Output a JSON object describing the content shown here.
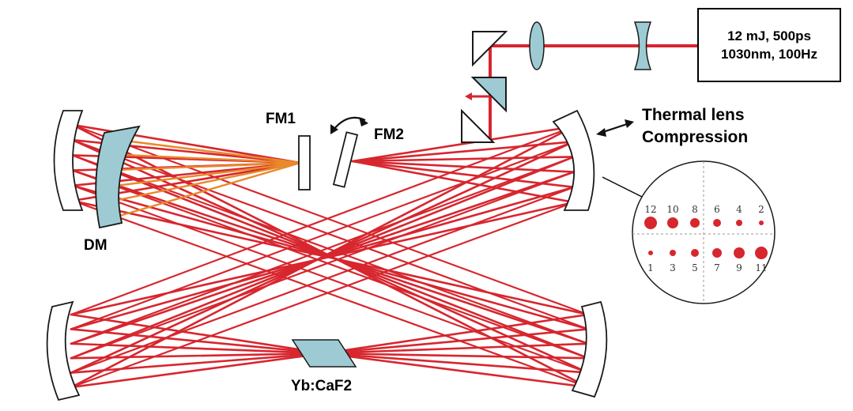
{
  "source": {
    "line1": "12 mJ, 500ps",
    "line2": "1030nm, 100Hz"
  },
  "labels": {
    "fm1": "FM1",
    "fm2": "FM2",
    "dm": "DM",
    "thermal_line1": "Thermal lens",
    "thermal_line2": "Compression",
    "crystal": "Yb:CaF2"
  },
  "spot_numbers": {
    "top": [
      "12",
      "10",
      "8",
      "6",
      "4",
      "2"
    ],
    "bottom": [
      "1",
      "3",
      "5",
      "7",
      "9",
      "11"
    ]
  },
  "colors": {
    "beam": "#d7262e",
    "beam_inner": "#e8892a",
    "optic_fill": "#9ecbd3",
    "outline": "#1a1a1a"
  },
  "icons": [
    "double-arrow-icon",
    "curved-arrow-icon"
  ]
}
